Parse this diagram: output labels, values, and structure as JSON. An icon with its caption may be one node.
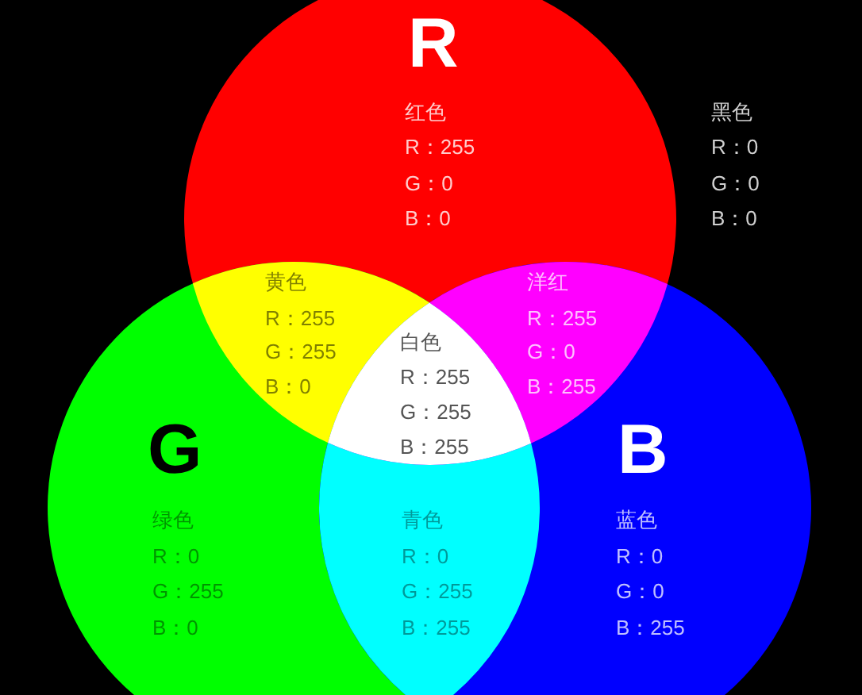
{
  "diagram": {
    "nodes": [
      {
        "text": [
          "R",
          "红色",
          "R：255",
          "G：0",
          "B：0"
        ]
      },
      {
        "text": [
          "黄色",
          "R：255",
          "G：255",
          "B：0"
        ]
      },
      {
        "text": [
          "洋红",
          "R：255",
          "G：0",
          "B：255"
        ]
      },
      {
        "text": [
          "白色",
          "R：255",
          "G：255",
          "B：255"
        ]
      },
      {
        "text": [
          "G",
          "绿色",
          "R：0",
          "G：255",
          "B：0"
        ]
      },
      {
        "text": [
          "青色",
          "R：0",
          "G：255",
          "B：255"
        ]
      },
      {
        "text": [
          "B",
          "蓝色",
          "R：0",
          "G：0",
          "B：255"
        ]
      }
    ],
    "labels": [
      "黑色",
      "R：0",
      "G：0",
      "B：0"
    ]
  }
}
